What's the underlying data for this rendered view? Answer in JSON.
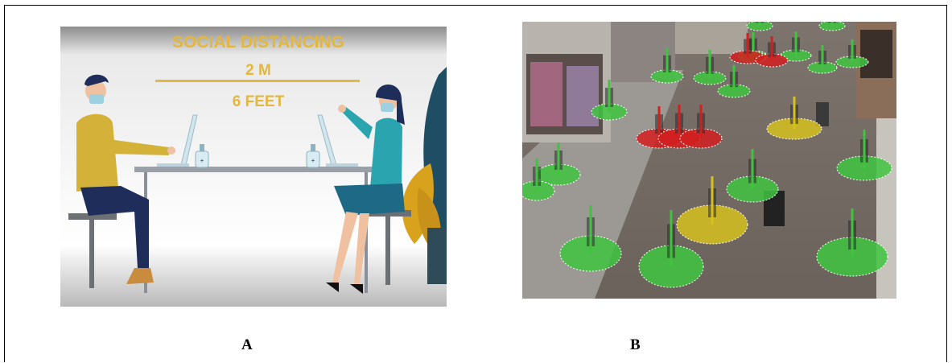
{
  "panel_a": {
    "heading": "SOCIAL DISTANCING",
    "distance_metric": "2 M",
    "distance_imperial": "6 FEET",
    "caption": "A"
  },
  "panel_b": {
    "caption": "B"
  },
  "colors": {
    "safe": "#3fc43f",
    "warning": "#d6c11f",
    "violation": "#d21f1f",
    "accent_gold": "#e2b63f"
  }
}
